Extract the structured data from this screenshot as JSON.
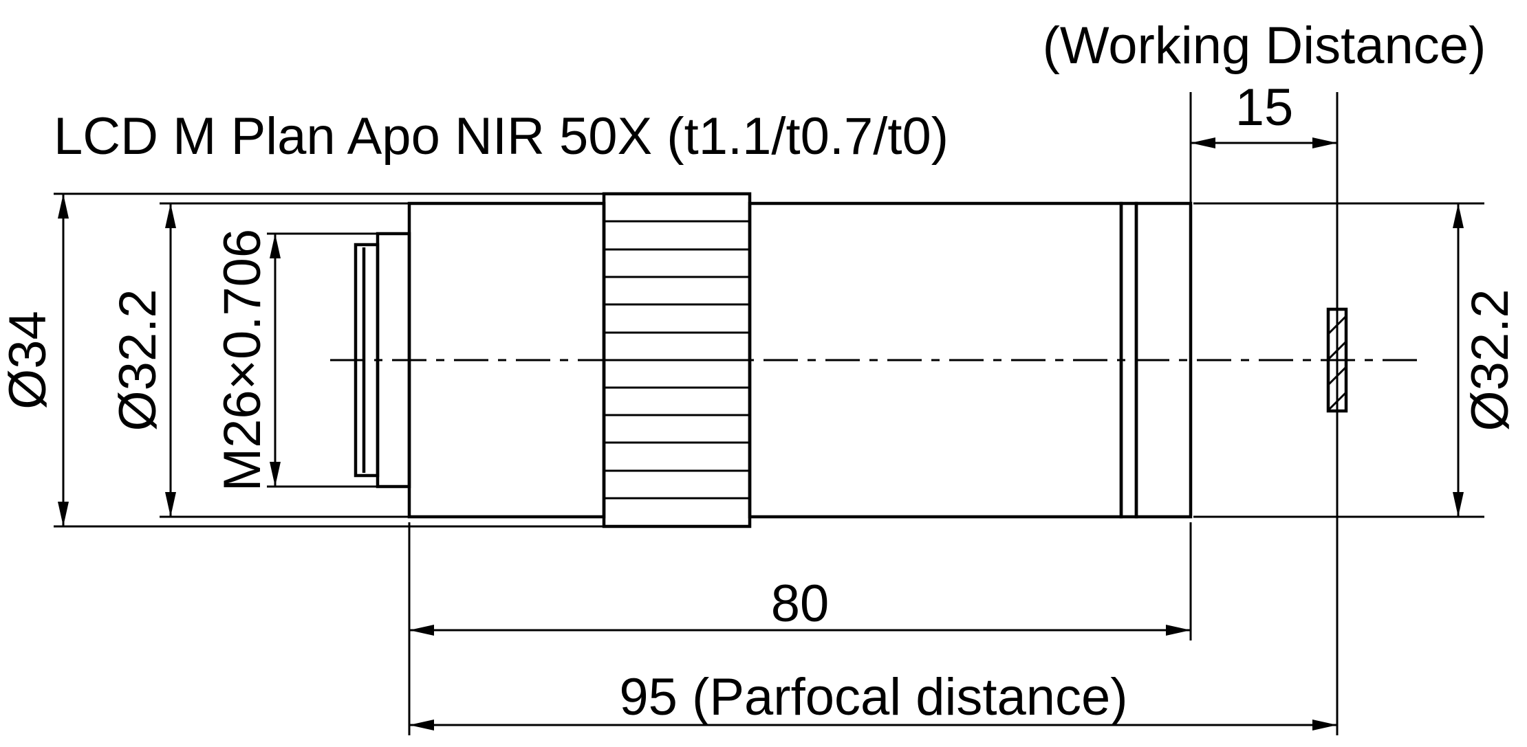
{
  "labels": {
    "title": "LCD M Plan Apo NIR 50X (t1.1/t0.7/t0)",
    "working_distance": "(Working Distance)",
    "wd_value": "15",
    "length_80": "80",
    "parfocal_95": "95 (Parfocal distance)",
    "dia_34": "Ø34",
    "dia_322_left": "Ø32.2",
    "dia_322_right": "Ø32.2",
    "thread_m26": "M26×0.706"
  },
  "colors": {
    "line": "#000000",
    "background": "#ffffff"
  }
}
